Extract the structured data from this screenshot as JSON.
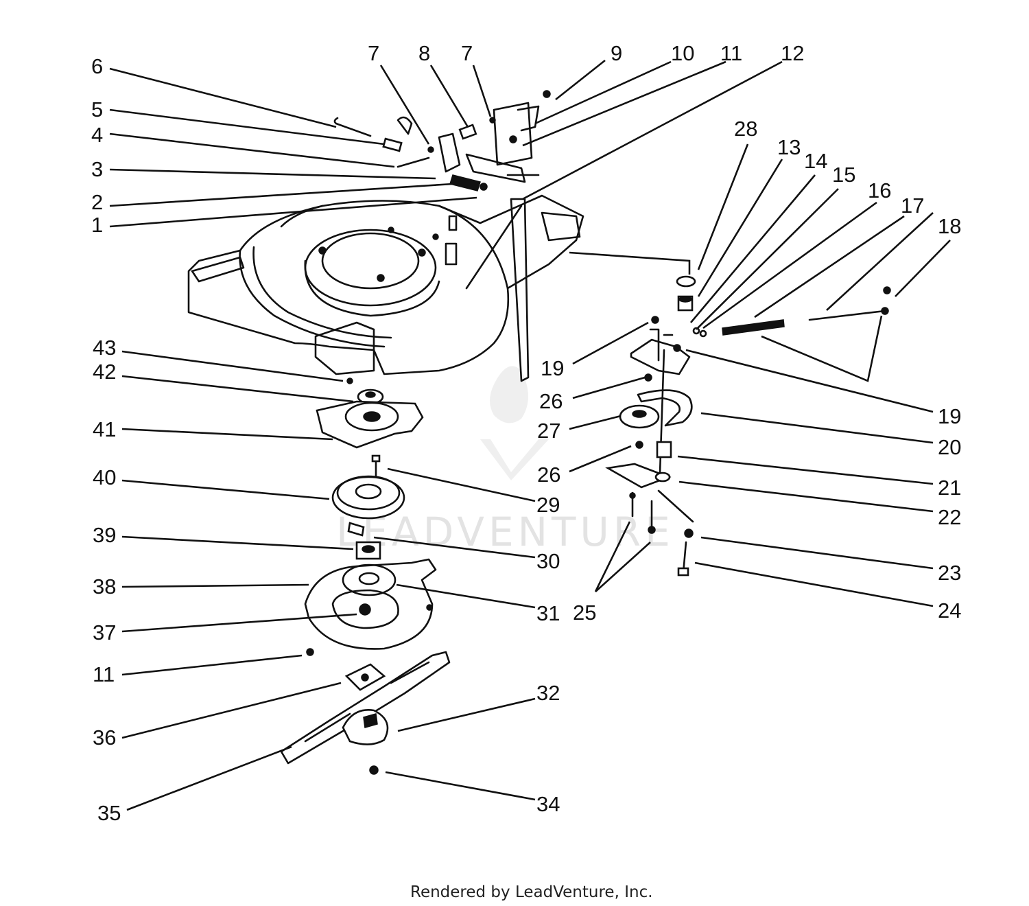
{
  "callouts": [
    {
      "label": "6"
    },
    {
      "label": "5"
    },
    {
      "label": "4"
    },
    {
      "label": "3"
    },
    {
      "label": "2"
    },
    {
      "label": "1"
    },
    {
      "label": "7"
    },
    {
      "label": "8"
    },
    {
      "label": "7"
    },
    {
      "label": "9"
    },
    {
      "label": "10"
    },
    {
      "label": "11"
    },
    {
      "label": "12"
    },
    {
      "label": "28"
    },
    {
      "label": "13"
    },
    {
      "label": "14"
    },
    {
      "label": "15"
    },
    {
      "label": "16"
    },
    {
      "label": "17"
    },
    {
      "label": "18"
    },
    {
      "label": "19"
    },
    {
      "label": "26"
    },
    {
      "label": "27"
    },
    {
      "label": "26"
    },
    {
      "label": "19"
    },
    {
      "label": "20"
    },
    {
      "label": "21"
    },
    {
      "label": "22"
    },
    {
      "label": "23"
    },
    {
      "label": "24"
    },
    {
      "label": "25"
    },
    {
      "label": "43"
    },
    {
      "label": "42"
    },
    {
      "label": "41"
    },
    {
      "label": "40"
    },
    {
      "label": "29"
    },
    {
      "label": "39"
    },
    {
      "label": "30"
    },
    {
      "label": "38"
    },
    {
      "label": "31"
    },
    {
      "label": "37"
    },
    {
      "label": "11"
    },
    {
      "label": "36"
    },
    {
      "label": "32"
    },
    {
      "label": "35"
    },
    {
      "label": "34"
    }
  ],
  "watermark": "LEADVENTURE",
  "footer": "Rendered by LeadVenture, Inc."
}
